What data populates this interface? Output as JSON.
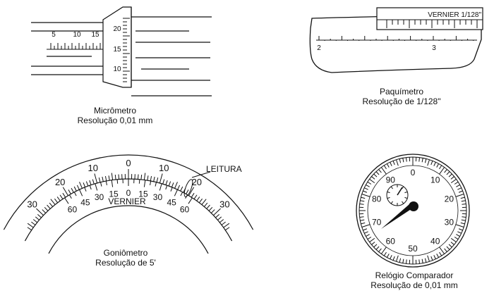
{
  "instruments": {
    "micrometer": {
      "caption_title": "Micrômetro",
      "caption_resolution": "Resolução 0,01 mm",
      "sleeve_labels": [
        "5",
        "10",
        "15"
      ],
      "thimble_labels": [
        "20",
        "15",
        "10"
      ]
    },
    "caliper": {
      "caption_title": "Paquímetro",
      "caption_resolution": "Resolução de 1/128\"",
      "vernier_label": "VERNIER 1/128\"",
      "main_labels": [
        "2",
        "3"
      ]
    },
    "goniometer": {
      "caption_title": "Goniômetro",
      "caption_resolution": "Resolução de 5'",
      "reading_label": "LEITURA",
      "vernier_label": "VERNIER",
      "outer_labels": [
        "30",
        "20",
        "10",
        "0",
        "10",
        "20",
        "30"
      ],
      "vernier_scale_labels": [
        "60",
        "45",
        "30",
        "15",
        "0",
        "15",
        "30",
        "45",
        "60"
      ]
    },
    "dial_indicator": {
      "caption_title": "Relógio Comparador",
      "caption_resolution": "Resolução de 0,01 mm",
      "dial_labels": [
        "0",
        "10",
        "20",
        "30",
        "40",
        "50",
        "60",
        "70",
        "80",
        "90"
      ]
    }
  }
}
